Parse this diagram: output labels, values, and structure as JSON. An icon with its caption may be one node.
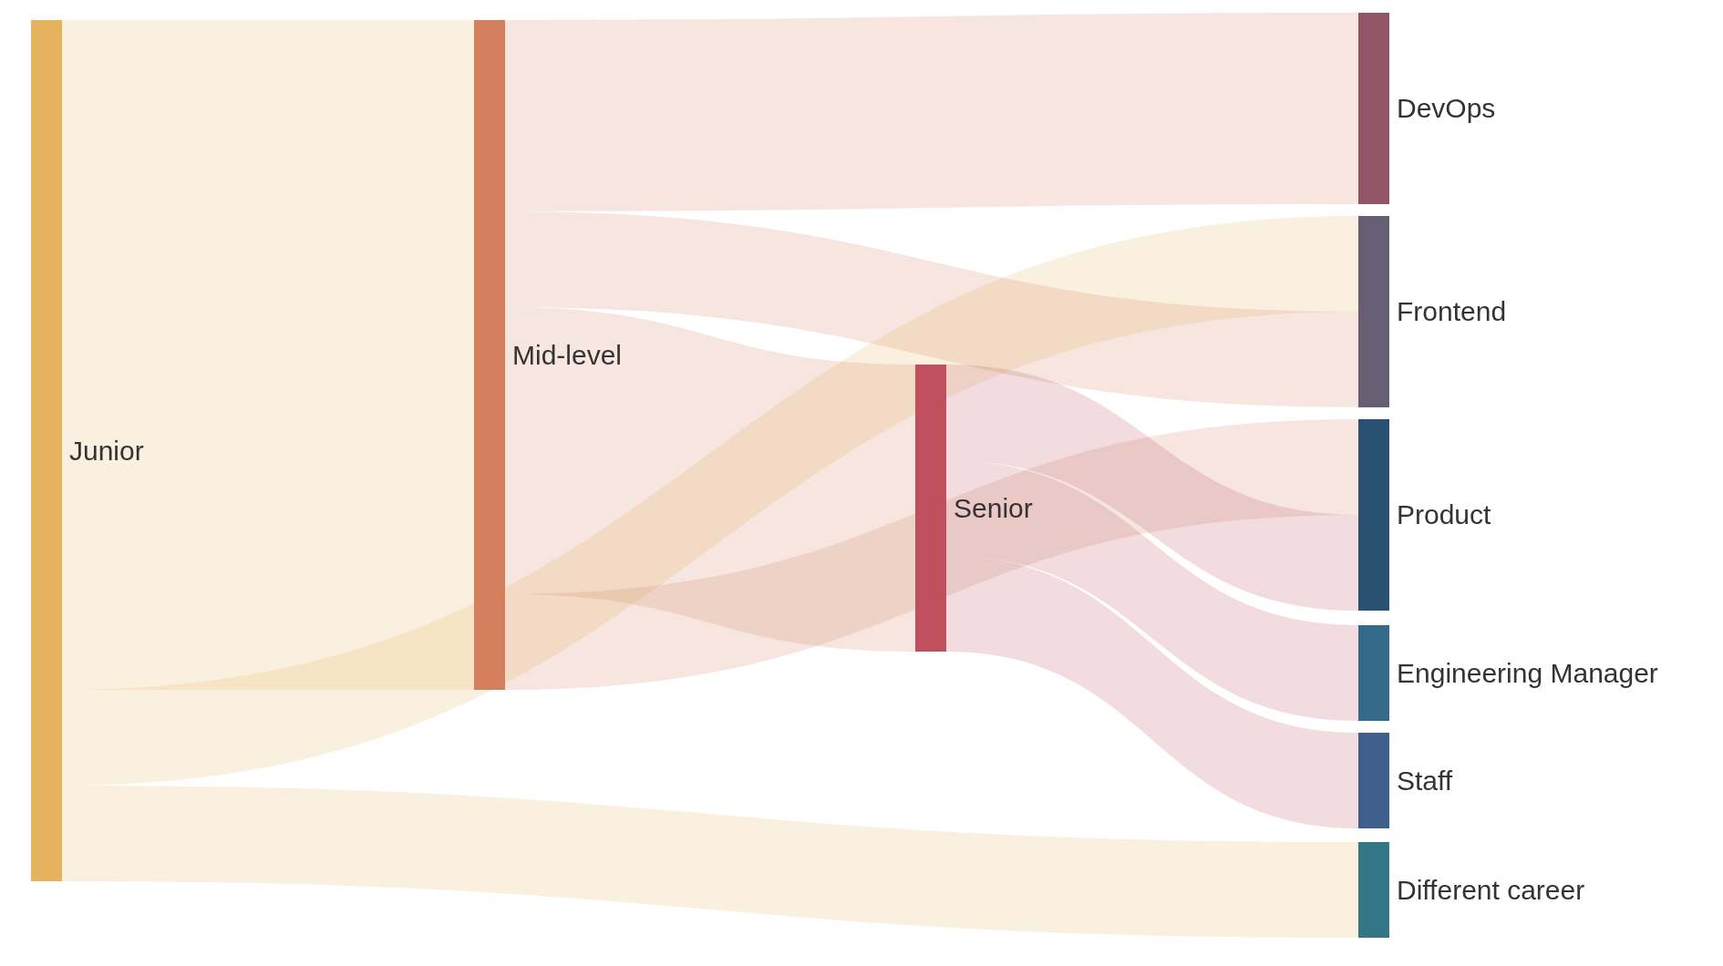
{
  "diagram": {
    "nodes": [
      {
        "text": [
          "Junior"
        ]
      },
      {
        "text": [
          "Mid-level"
        ]
      },
      {
        "text": [
          "Senior"
        ]
      },
      {
        "text": [
          "DevOps"
        ]
      },
      {
        "text": [
          "Frontend"
        ]
      },
      {
        "text": [
          "Product"
        ]
      },
      {
        "text": [
          "Engineering Manager"
        ]
      },
      {
        "text": [
          "Staff"
        ]
      },
      {
        "text": [
          "Different career"
        ]
      }
    ],
    "edges": [
      {
        "from": 0,
        "to": 1,
        "arrow": "none",
        "color": "#e5b35d"
      },
      {
        "from": 0,
        "to": 4,
        "arrow": "none",
        "color": "#e5b35d"
      },
      {
        "from": 0,
        "to": 8,
        "arrow": "none",
        "color": "#e5b35d"
      },
      {
        "from": 1,
        "to": 3,
        "arrow": "none",
        "color": "#d4805e"
      },
      {
        "from": 1,
        "to": 4,
        "arrow": "none",
        "color": "#d4805e"
      },
      {
        "from": 1,
        "to": 2,
        "arrow": "none",
        "color": "#d4805e"
      },
      {
        "from": 1,
        "to": 5,
        "arrow": "none",
        "color": "#d4805e"
      },
      {
        "from": 2,
        "to": 5,
        "arrow": "none",
        "color": "#c0505e"
      },
      {
        "from": 2,
        "to": 6,
        "arrow": "none",
        "color": "#c0505e"
      },
      {
        "from": 2,
        "to": 7,
        "arrow": "none",
        "color": "#c0505e"
      }
    ]
  }
}
